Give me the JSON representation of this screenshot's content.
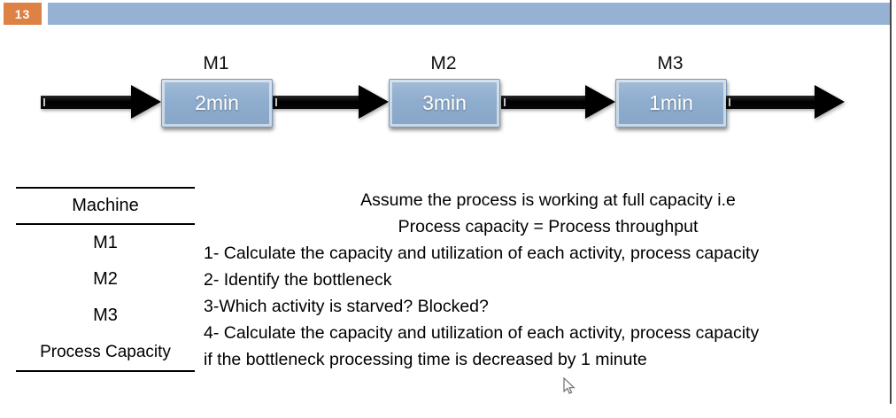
{
  "slide": {
    "page_number": "13",
    "accent_orange": "#DE8144",
    "accent_blue": "#95B2D4",
    "box_fill_blue": "#8FADCE"
  },
  "flow": {
    "machines": [
      {
        "label": "M1",
        "time": "2min"
      },
      {
        "label": "M2",
        "time": "3min"
      },
      {
        "label": "M3",
        "time": "1min"
      }
    ]
  },
  "table": {
    "header": "Machine",
    "rows": [
      "M1",
      "M2",
      "M3",
      "Process Capacity"
    ]
  },
  "text": {
    "centered_lines": [
      "Assume the process is working at full capacity i.e",
      "Process capacity = Process throughput"
    ],
    "items": [
      "1- Calculate the capacity and utilization of each activity, process capacity",
      "2- Identify the bottleneck",
      "3-Which activity is starved? Blocked?",
      "4- Calculate the capacity and utilization of each activity, process capacity",
      "if the bottleneck processing time is decreased by 1 minute"
    ]
  }
}
